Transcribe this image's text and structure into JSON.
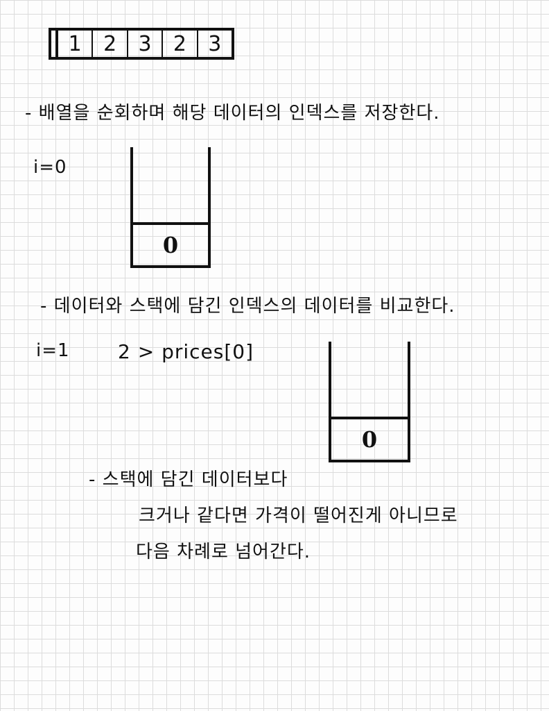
{
  "array": {
    "values": [
      "1",
      "2",
      "3",
      "2",
      "3"
    ]
  },
  "notes": {
    "step1": "- 배열을 순회하며 해당 데이터의 인덱스를 저장한다.",
    "step2": "- 데이터와 스택에 담긴 인덱스의 데이터를 비교한다.",
    "step3_line1": "- 스택에 담긴 데이터보다",
    "step3_line2": "크거나 같다면 가격이 떨어진게 아니므로",
    "step3_line3": "다음 차례로 넘어간다."
  },
  "labels": {
    "i0": "i=0",
    "i1": "i=1",
    "comparison": "2 > prices[0]"
  },
  "stacks": {
    "first": {
      "slot_value": "0"
    },
    "second": {
      "slot_value": "0"
    }
  }
}
